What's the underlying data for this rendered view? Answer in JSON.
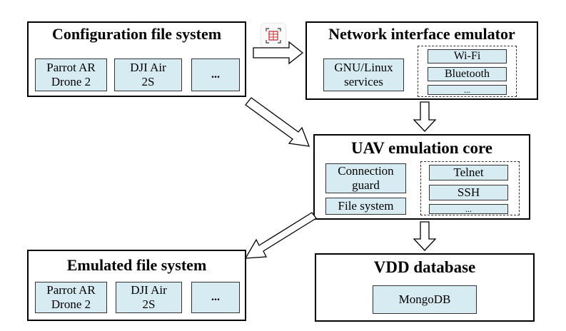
{
  "config_fs": {
    "title": "Configuration file system",
    "items": [
      "Parrot AR\nDrone 2",
      "DJI Air\n2S",
      "..."
    ]
  },
  "net_emulator": {
    "title": "Network interface emulator",
    "services": "GNU/Linux\nservices",
    "interfaces": [
      "Wi-Fi",
      "Bluetooth",
      "..."
    ]
  },
  "uav_core": {
    "title": "UAV emulation core",
    "connection_guard": "Connection\nguard",
    "file_system": "File system",
    "protocols": [
      "Telnet",
      "SSH",
      "..."
    ]
  },
  "emulated_fs": {
    "title": "Emulated file system",
    "items": [
      "Parrot AR\nDrone 2",
      "DJI Air\n2S",
      "..."
    ]
  },
  "vdd_db": {
    "title": "VDD database",
    "engine": "MongoDB"
  },
  "colors": {
    "box_fill": "#d6ebf2",
    "border": "#000000"
  },
  "icons": {
    "toolbar": "table-scan-icon"
  }
}
